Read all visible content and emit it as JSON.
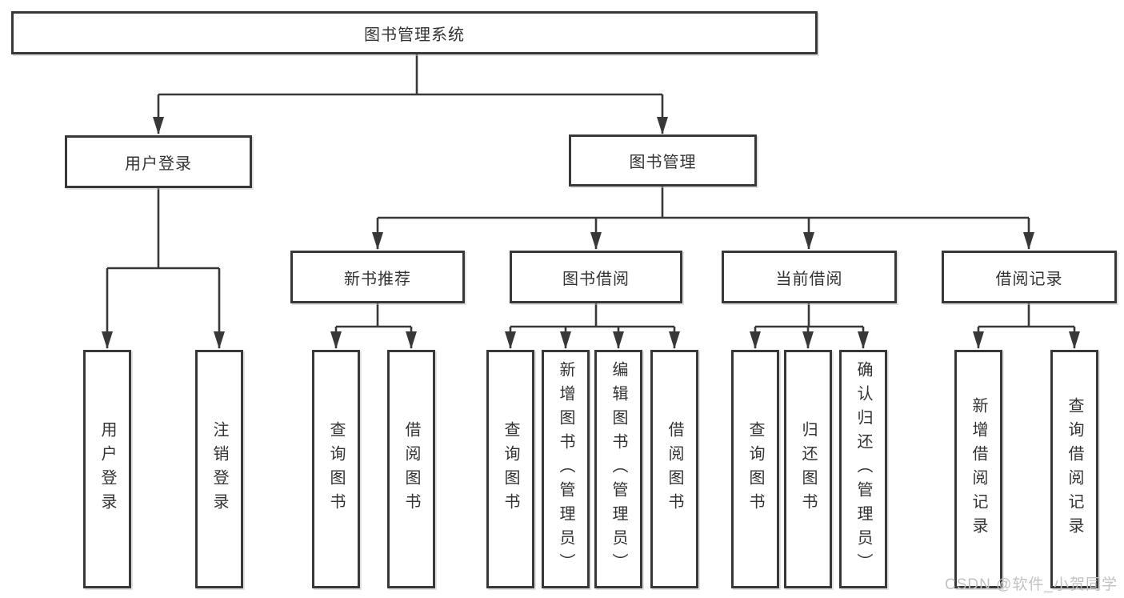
{
  "colors": {
    "line": "#383838",
    "text": "#333333",
    "watermark": "#c2c2c2",
    "background": "#ffffff"
  },
  "root": {
    "label": "图书管理系统"
  },
  "level2": [
    {
      "label": "用户登录"
    },
    {
      "label": "图书管理"
    }
  ],
  "level3": [
    {
      "label": "新书推荐"
    },
    {
      "label": "图书借阅"
    },
    {
      "label": "当前借阅"
    },
    {
      "label": "借阅记录"
    }
  ],
  "leaves": [
    {
      "label": "用户登录"
    },
    {
      "label": "注销登录"
    },
    {
      "label": "查询图书"
    },
    {
      "label": "借阅图书"
    },
    {
      "label": "查询图书"
    },
    {
      "label": "新增图书（管理员）"
    },
    {
      "label": "编辑图书（管理员）"
    },
    {
      "label": "借阅图书"
    },
    {
      "label": "查询图书"
    },
    {
      "label": "归还图书"
    },
    {
      "label": "确认归还（管理员）"
    },
    {
      "label": "新增借阅记录"
    },
    {
      "label": "查询借阅记录"
    }
  ],
  "watermark": {
    "text": "CSDN @软件_小贺同学"
  }
}
